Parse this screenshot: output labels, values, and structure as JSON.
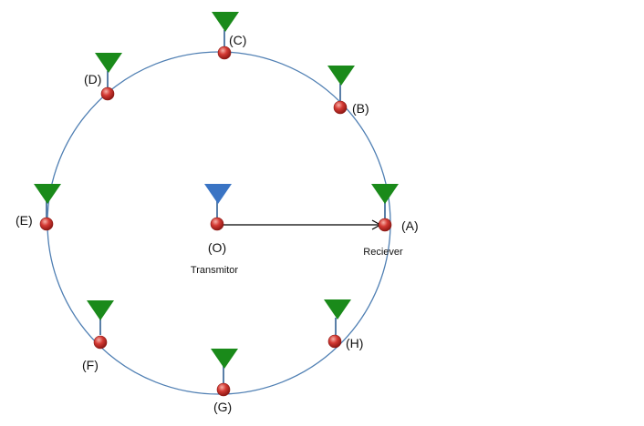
{
  "colors": {
    "circle": "#4f7fb3",
    "arrow": "#000000",
    "receiver_antenna": "#1a8a1a",
    "transmitter_antenna": "#3a74c4",
    "antenna_stem": "#5a7fa8",
    "node_fill": "#d43a34",
    "node_highlight": "#f6b1a8",
    "node_edge": "#8a1612"
  },
  "icons": {
    "receiver": "green-triangle-antenna",
    "transmitter": "blue-triangle-antenna",
    "node": "red-sphere"
  },
  "transmitter": {
    "label": "(O)",
    "caption": "Transmitor"
  },
  "receivers": [
    {
      "id": "A",
      "label": "(A)",
      "caption": "Reciever"
    },
    {
      "id": "B",
      "label": "(B)"
    },
    {
      "id": "C",
      "label": "(C)"
    },
    {
      "id": "D",
      "label": "(D)"
    },
    {
      "id": "E",
      "label": "(E)"
    },
    {
      "id": "F",
      "label": "(F)"
    },
    {
      "id": "G",
      "label": "(G)"
    },
    {
      "id": "H",
      "label": "(H)"
    }
  ]
}
